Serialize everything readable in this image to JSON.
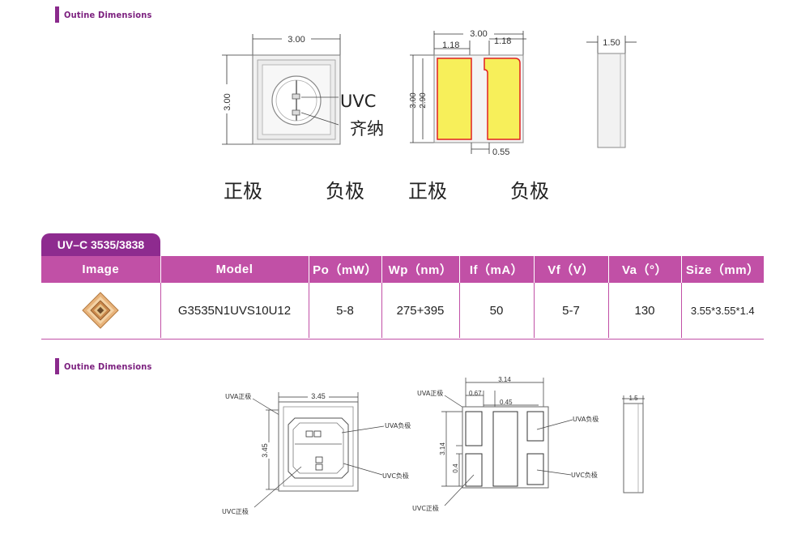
{
  "section1": {
    "title": "Outine  Dimensions"
  },
  "drawing1": {
    "dim_top": "3.00",
    "dim_left": "3.00",
    "label_uvc": "UVC",
    "label_zener": "齐纳",
    "dim_top2": "3.00",
    "dim_pad_left": "1.18",
    "dim_pad_right": "1.18",
    "dim_side_outer": "3.00",
    "dim_side_inner": "2.90",
    "dim_gap": "0.55",
    "dim_thickness": "1.50"
  },
  "polarity_labels": [
    "正极",
    "负极",
    "正极",
    "负极"
  ],
  "product_tab": "UV–C 3535/3838",
  "table": {
    "headers": [
      "Image",
      "Model",
      "Po（mW）",
      "Wp（nm）",
      "If（mA）",
      "Vf（V）",
      "Va（°）",
      "Size（mm）"
    ],
    "rows": [
      {
        "model": "G3535N1UVS10U12",
        "po": "5-8",
        "wp": "275+395",
        "if": "50",
        "vf": "5-7",
        "va": "130",
        "size": "3.55*3.55*1.4"
      }
    ]
  },
  "section2": {
    "title": "Outine  Dimensions"
  },
  "drawing2": {
    "uva_pos": "UVA正极",
    "uva_neg": "UVA负极",
    "uvc_neg": "UVC负极",
    "uvc_pos": "UVC正极",
    "dim_top": "3.45",
    "dim_left": "3.45",
    "dim_top_right": "3.14",
    "dim_067": "0.67",
    "dim_045": "0.45",
    "dim_314_side": "3.14",
    "dim_04": "0.4",
    "uva_neg2": "UVA负极",
    "uvc_neg2": "UVC负极",
    "uvc_pos2": "UVC正极",
    "uva_pos2": "UVA正极",
    "dim_thick": "1.5"
  },
  "colors": {
    "accent": "#8e2b8f",
    "header": "#c150a6",
    "pad_yellow": "#f7ef5a",
    "pad_border": "#e02020"
  }
}
